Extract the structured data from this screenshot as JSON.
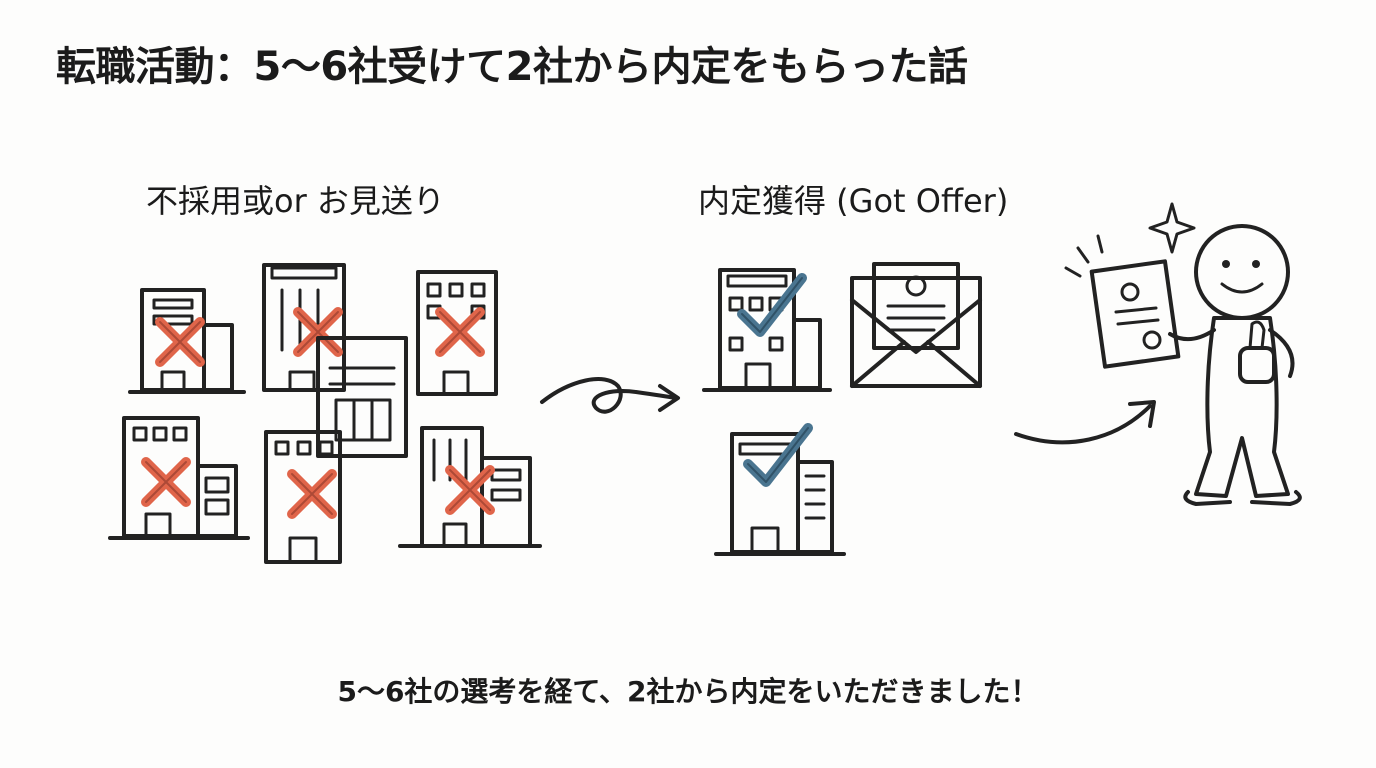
{
  "title": "転職活動：5〜6社受けて2社から内定をもらった話",
  "sections": {
    "rejected": {
      "label": "不採用或or お見送り",
      "count": 6,
      "status_icon": "x-mark-icon"
    },
    "offer": {
      "label": "内定獲得 (Got Offer)",
      "count": 2,
      "status_icon": "check-mark-icon",
      "item_icon": "offer-letter-envelope-icon"
    }
  },
  "footer": "5〜6社の選考を経て、2社から内定をいただきました！",
  "colors": {
    "reject_mark": "#e0654a",
    "check_mark": "#4a7590",
    "building_blue": "#b9cde0",
    "building_orange": "#f0b58d",
    "ink": "#222222",
    "sparkle": "#f4e4a8"
  }
}
